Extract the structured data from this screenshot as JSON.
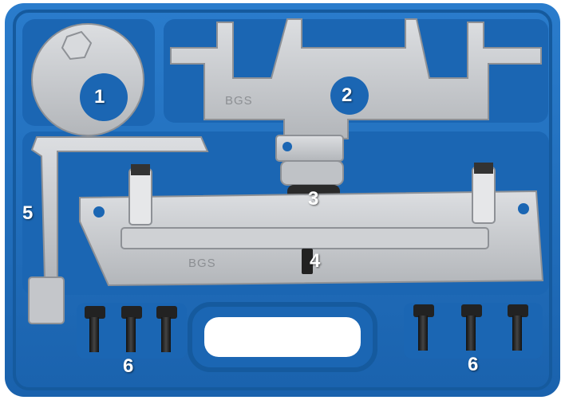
{
  "image": {
    "description_labels": [
      "1",
      "2",
      "3",
      "4",
      "5",
      "6",
      "6"
    ],
    "brand_marks": [
      "BGS",
      "BGS"
    ],
    "colors": {
      "case": "#1f6fc0",
      "case_dark": "#155a9e",
      "case_light": "#3b8ad6",
      "steel": "#c9cbce",
      "steel_dark": "#8e9196",
      "black_part": "#2a2a2a"
    }
  }
}
